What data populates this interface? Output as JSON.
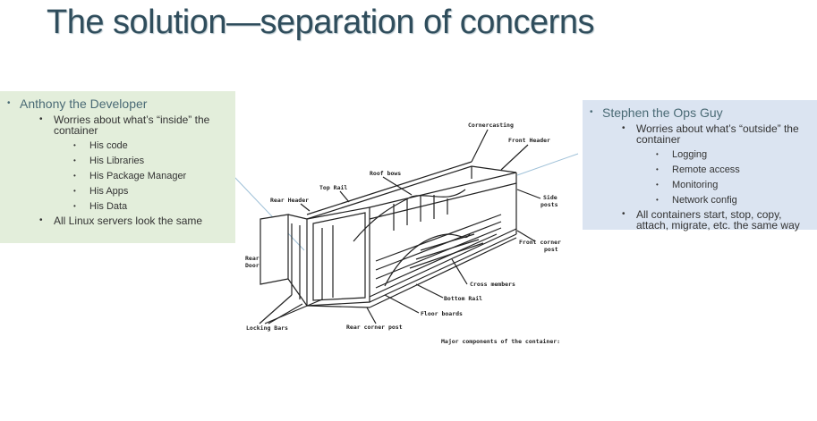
{
  "slide": {
    "title": "The solution—separation of concerns"
  },
  "left_panel": {
    "heading": "Anthony the Developer",
    "worry": "Worries about what’s “inside” the container",
    "items": [
      "His code",
      "His Libraries",
      "His Package Manager",
      "His Apps",
      "His Data"
    ],
    "footer": "All Linux servers look the same"
  },
  "right_panel": {
    "heading": "Stephen the Ops Guy",
    "worry": "Worries about what’s “outside” the container",
    "items": [
      "Logging",
      "Remote access",
      "Monitoring",
      "Network config"
    ],
    "footer": "All containers start, stop, copy, attach, migrate, etc. the same way"
  },
  "diagram": {
    "labels": {
      "cornercasting": "Cornercasting",
      "front_header": "Front Header",
      "roof_bows": "Roof bows",
      "top_rail": "Top Rail",
      "rear_header": "Rear Header",
      "side_posts_1": "Side",
      "side_posts_2": "posts",
      "rear_door_1": "Rear",
      "rear_door_2": "Door",
      "front_corner_post_1": "Front corner",
      "front_corner_post_2": "post",
      "cross_members": "Cross members",
      "bottom_rail": "Bottom Rail",
      "floor_boards": "Floor boards",
      "locking_bars": "Locking Bars",
      "rear_corner_post": "Rear corner post",
      "caption": "Major components of the container:"
    }
  },
  "colors": {
    "title": "#2f4d5c",
    "left_panel_bg": "#e3eedb",
    "right_panel_bg": "#dbe4f1"
  }
}
